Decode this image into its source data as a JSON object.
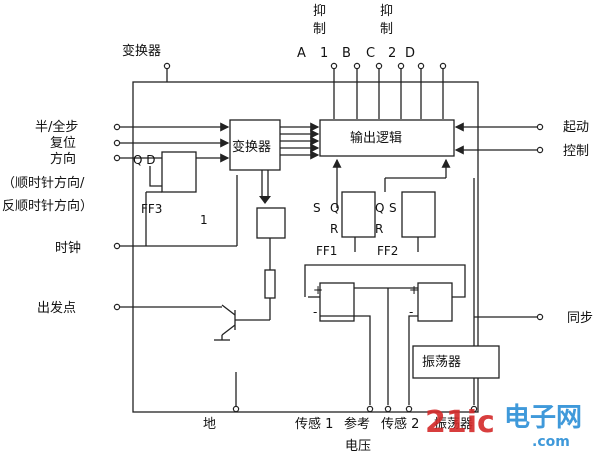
{
  "labels": {
    "converter_top": "变换器",
    "inhibit_1": "抑\n制",
    "inhibit_2": "抑\n制",
    "pin_A": "A",
    "pin_1": "1",
    "pin_B": "B",
    "pin_C": "C",
    "pin_2": "2",
    "pin_D": "D",
    "half_full_step": "半/全步",
    "reset": "复位",
    "direction": "方向",
    "cw_ccw": "（顺时针方向/\n反顺时针方向）",
    "q_d": "Q D",
    "ff3": "FF3",
    "one": "1",
    "clock": "时钟",
    "start_point": "出发点",
    "converter_block": "变换器",
    "output_logic": "输出逻辑",
    "start": "起动",
    "control": "控制",
    "sync": "同步",
    "s_left": "S",
    "q_left": "Q",
    "q_right": "Q",
    "s_right": "S",
    "r_left": "R",
    "r_right": "R",
    "ff1": "FF1",
    "ff2": "FF2",
    "plus_left": "+",
    "minus_left": "-",
    "plus_right": "+",
    "minus_right": "-",
    "oscillator_block": "振荡器",
    "ground": "地",
    "sense_1": "传感 1",
    "reference": "参考",
    "voltage": "电压",
    "sense_2": "传感 2",
    "oscillator_pin": "振荡器"
  },
  "watermark": {
    "brand_a": "21ic",
    "brand_b": "电子网",
    "brand_c": ".com",
    "colors": {
      "red": "#d42a2a",
      "blue": "#2b8fd6"
    }
  }
}
